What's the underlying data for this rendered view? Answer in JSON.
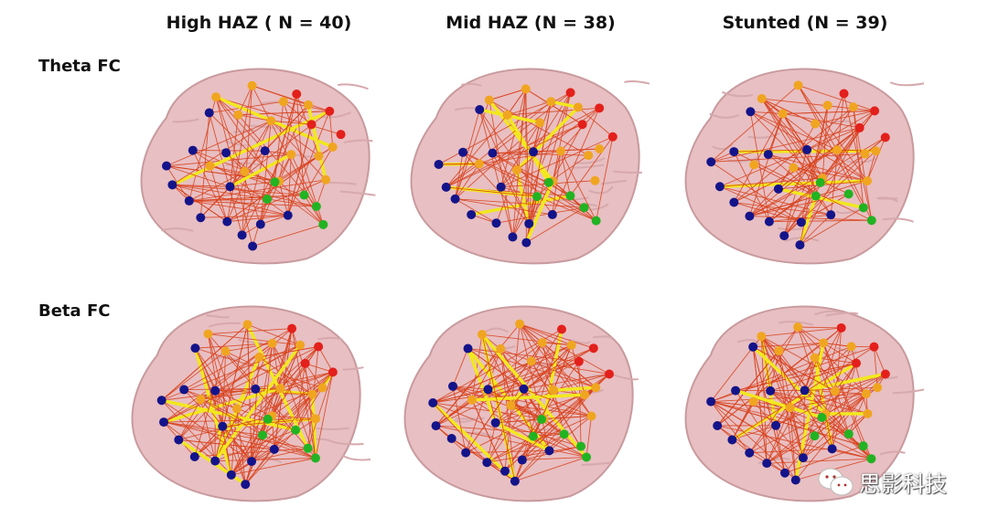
{
  "columns": [
    "High HAZ ( N = 40)",
    "Mid HAZ (N = 38)",
    "Stunted (N = 39)"
  ],
  "rows": [
    "Theta FC",
    "Beta FC"
  ],
  "colors": {
    "brain": "#e8bfc2",
    "blue": "#14148a",
    "orange": "#f0a521",
    "red": "#e3201b",
    "green": "#22b322",
    "edge": "#d8401a",
    "strong_edge": "#f2e81e"
  },
  "watermark": {
    "text": "思影科技",
    "icon": "wechat-icon"
  }
}
